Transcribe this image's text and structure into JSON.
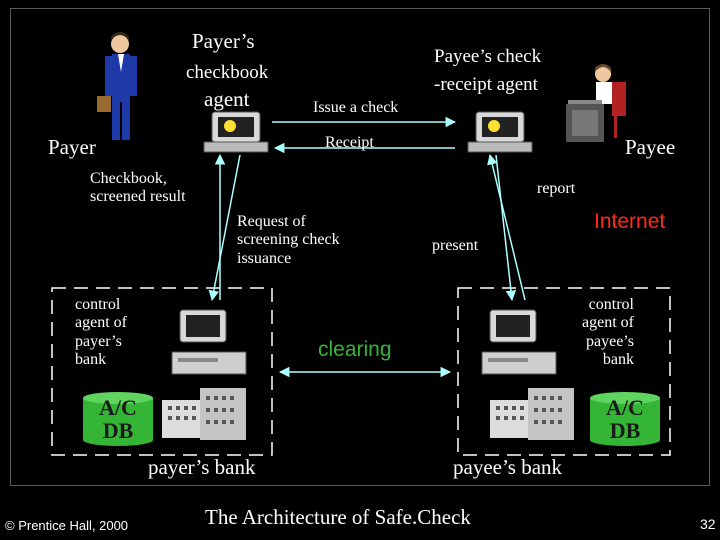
{
  "labels": {
    "payers_checkbook_agent": [
      "Payer’s",
      "checkbook",
      "agent"
    ],
    "payees_agent": [
      "Payee’s check",
      "-receipt agent"
    ],
    "issue_check": "Issue a check",
    "receipt": "Receipt",
    "payer": "Payer",
    "payee": "Payee",
    "checkbook_result": "Checkbook,\nscreened result",
    "request": "Request of\nscreening check\nissuance",
    "report": "report",
    "internet": "Internet",
    "present": "present",
    "control_payer": "control\nagent of\npayer’s\nbank",
    "control_payee": "control\nagent of\npayee’s\nbank",
    "clearing": "clearing",
    "db_left": "A/C\nDB",
    "db_right": "A/C\nDB",
    "payers_bank": "payer’s bank",
    "payees_bank": "payee’s bank"
  },
  "footer": {
    "copyright": "© Prentice Hall, 2000",
    "title": "The Architecture of Safe.Check",
    "page": "32"
  },
  "colors": {
    "background": "#000000",
    "text": "#ffffff",
    "clearing": "#35b535",
    "internet": "#ff2a1a",
    "database": "#35b535",
    "arrows": "#aaffff"
  }
}
